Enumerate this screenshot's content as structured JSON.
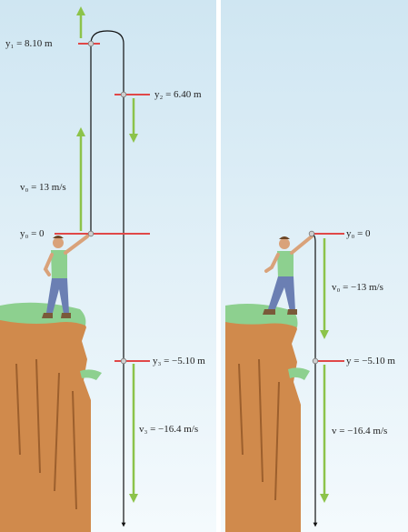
{
  "left_panel": {
    "y1_label": "y₁ = 8.10 m",
    "y2_label": "y₂ = 6.40 m",
    "v0_label": "v₀ = 13 m/s",
    "y0_label": "y₀ = 0",
    "y3_label": "y₃ = −5.10 m",
    "v3_label": "v₃ = −16.4 m/s"
  },
  "right_panel": {
    "y0_label": "y₀ = 0",
    "v0_label": "v₀ = −13 m/s",
    "y_label": "y = −5.10 m",
    "v_label": "v = −16.4 m/s"
  },
  "colors": {
    "sky_top": "#cfe6f2",
    "sky_bottom": "#f4fafd",
    "cliff": "#d08a4c",
    "grass": "#8dd08f",
    "position_marker": "#e04848",
    "velocity_arrow": "#8cc34a",
    "path": "#111111"
  },
  "icons": [
    "person-throwing-icon",
    "cliff-icon",
    "ball-icon"
  ]
}
